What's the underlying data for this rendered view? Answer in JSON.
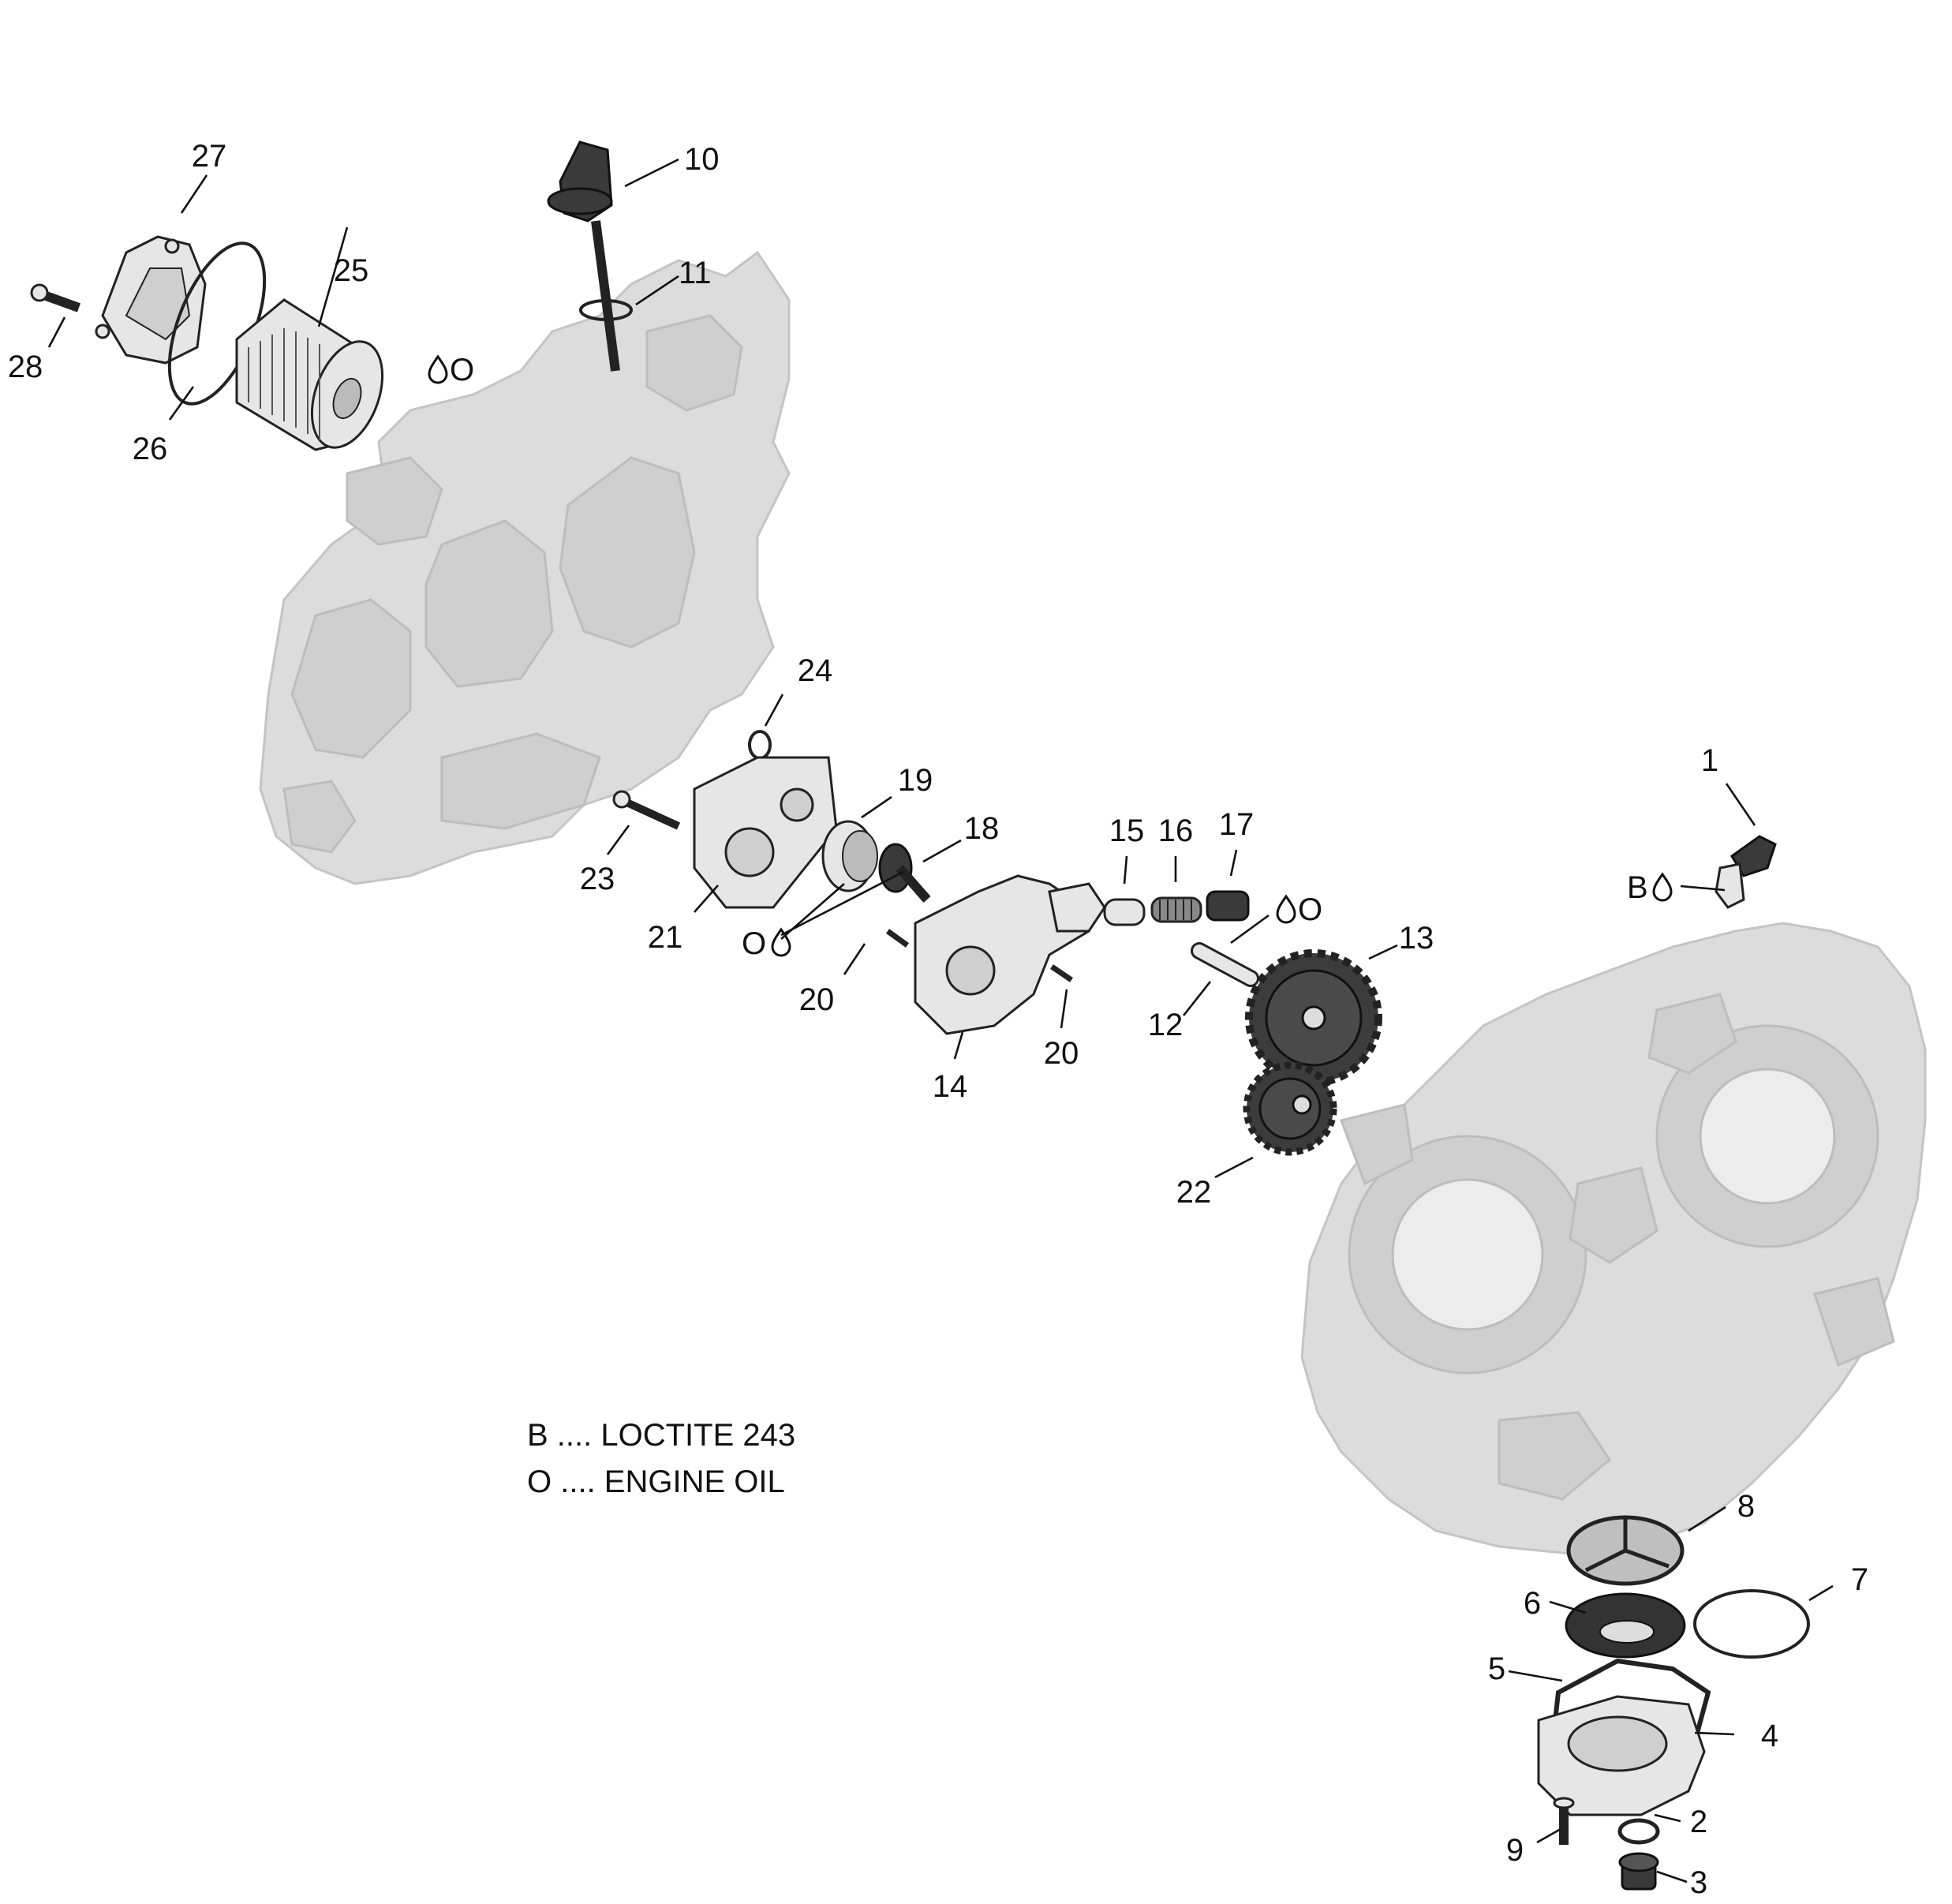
{
  "legend": {
    "line_b": "B .... LOCTITE 243",
    "line_o": "O .... ENGINE OIL"
  },
  "callouts": {
    "c1": "1",
    "c2": "2",
    "c3": "3",
    "c4": "4",
    "c5": "5",
    "c6": "6",
    "c7": "7",
    "c8": "8",
    "c9": "9",
    "c10": "10",
    "c11": "11",
    "c12": "12",
    "c13": "13",
    "c14": "14",
    "c15": "15",
    "c16": "16",
    "c17": "17",
    "c18": "18",
    "c19": "19",
    "c20a": "20",
    "c20b": "20",
    "c21": "21",
    "c22": "22",
    "c23": "23",
    "c24": "24",
    "c25": "25",
    "c26": "26",
    "c27": "27",
    "c28": "28"
  },
  "markers": {
    "oil_filter": "O",
    "oil_pump": "O",
    "oil_pin": "O",
    "loctite_sensor": "B"
  },
  "icons": [
    "drop-icon"
  ]
}
